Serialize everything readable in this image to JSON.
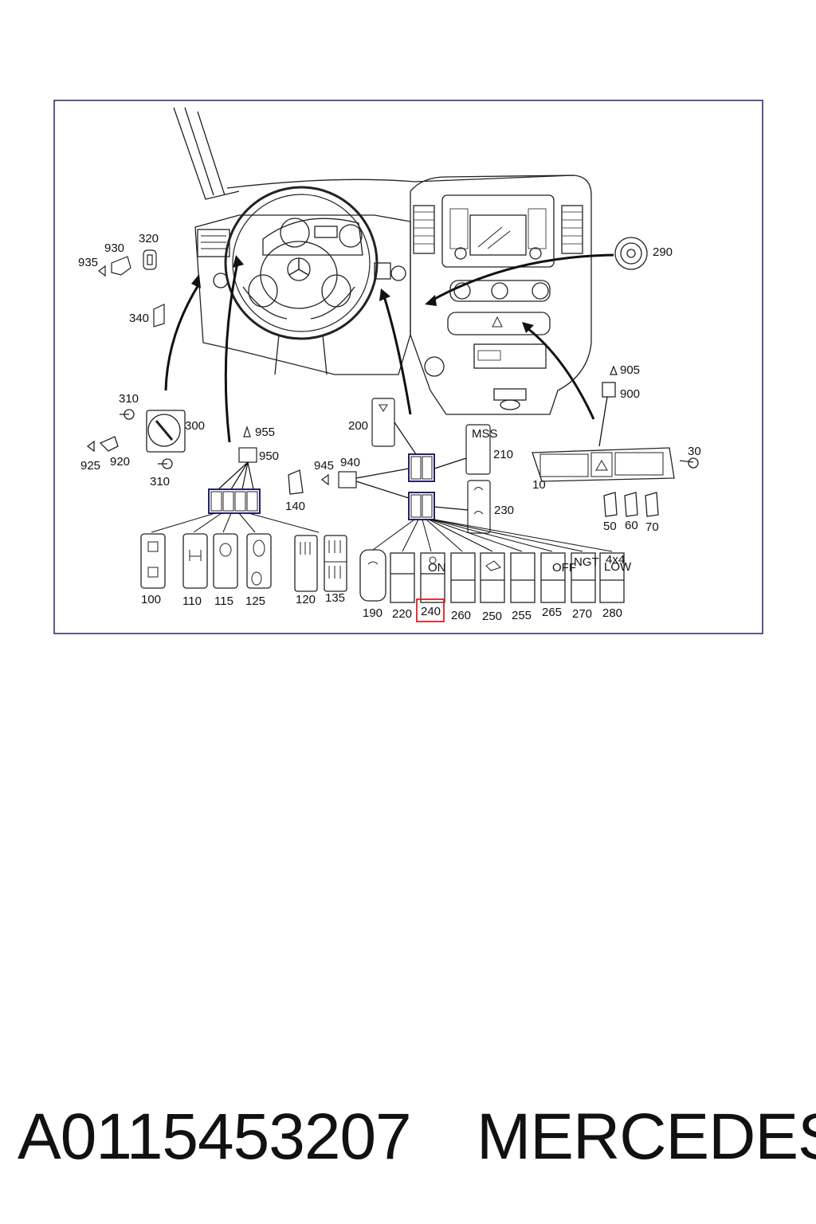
{
  "caption": {
    "part_number": "A0115453207",
    "brand": "MERCEDES"
  },
  "highlight_color": "#e02020",
  "highlighted_callout": "240",
  "callouts": {
    "c930": "930",
    "c320": "320",
    "c935": "935",
    "c340": "340",
    "c290": "290",
    "c310a": "310",
    "c300": "300",
    "c925": "925",
    "c920": "920",
    "c310b": "310",
    "c955": "955",
    "c950": "950",
    "c200": "200",
    "c210": "210",
    "c945": "945",
    "c940": "940",
    "c140": "140",
    "c230": "230",
    "c905": "905",
    "c900": "900",
    "c30": "30",
    "c10": "10",
    "c50": "50",
    "c60": "60",
    "c70": "70",
    "c100": "100",
    "c110": "110",
    "c115": "115",
    "c125": "125",
    "c120": "120",
    "c135": "135",
    "c190": "190",
    "c220": "220",
    "c240": "240",
    "c260": "260",
    "c250": "250",
    "c255": "255",
    "c265": "265",
    "c270": "270",
    "c280": "280"
  },
  "switch_texts": {
    "mss": "MSS",
    "on": "ON",
    "off": "OFF",
    "ngt": "NGT",
    "x4": "4x4",
    "low": "LOW"
  }
}
